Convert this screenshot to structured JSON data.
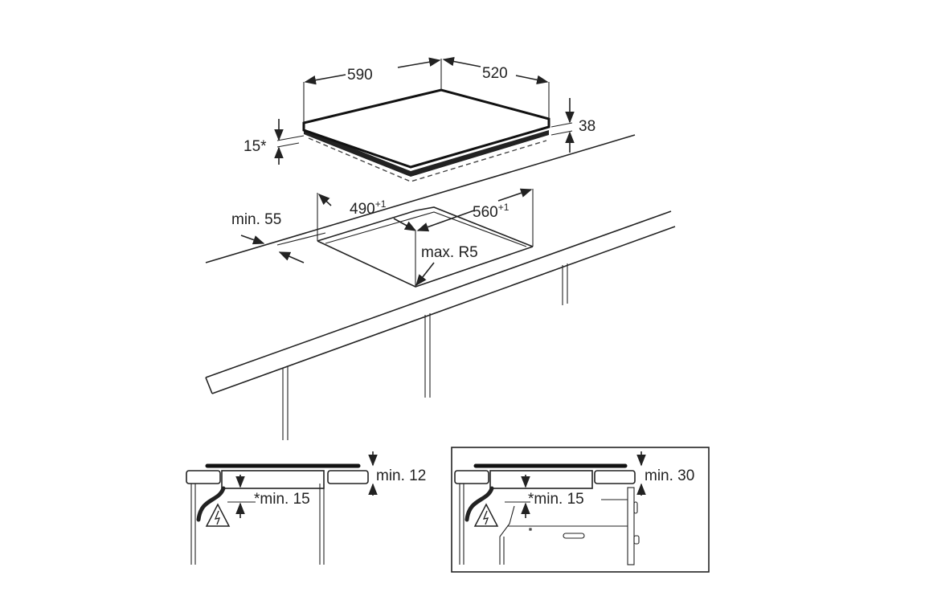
{
  "figure": {
    "hob_dimensions": {
      "width": "590",
      "depth": "520",
      "height": "38",
      "protrusion": "15*"
    },
    "cutout_dimensions": {
      "width": "560",
      "width_tolerance": "+1",
      "depth": "490",
      "depth_tolerance": "+1",
      "min_edge_distance": "min. 55",
      "corner_radius": "max. R5"
    },
    "detail_left": {
      "top_clearance": "min. 12",
      "bottom_clearance": "*min. 15"
    },
    "detail_right": {
      "top_clearance": "min. 30",
      "bottom_clearance": "*min. 15"
    }
  }
}
